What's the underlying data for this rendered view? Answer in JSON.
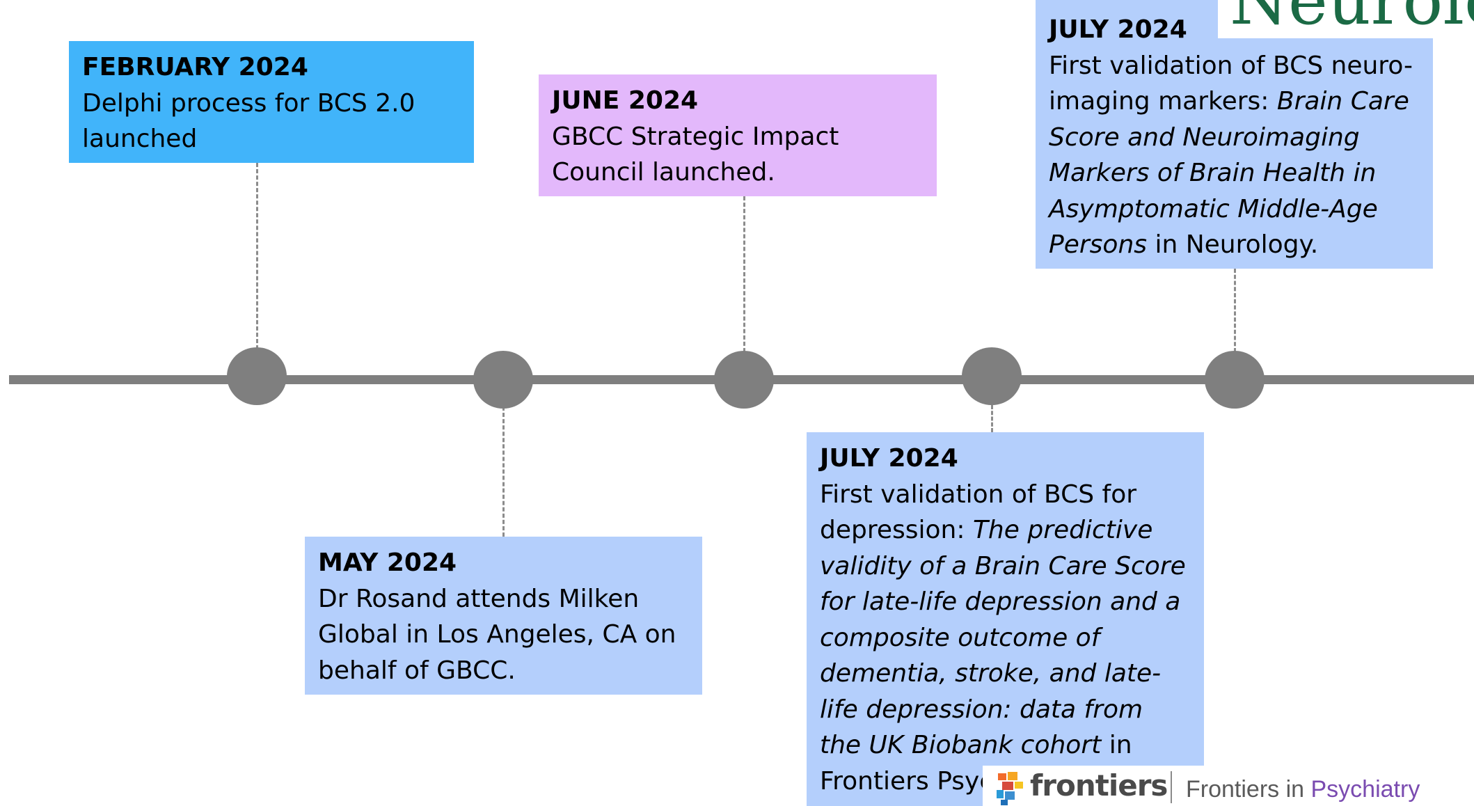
{
  "milestones": [
    {
      "date": "FEBRUARY 2024",
      "text": "Delphi process for BCS 2.0 launched"
    },
    {
      "date": "MAY 2024",
      "text": "Dr Rosand attends Milken Global in Los Angeles, CA on behalf of GBCC."
    },
    {
      "date": "JUNE 2024",
      "text": "GBCC Strategic Impact Council launched."
    },
    {
      "date": "JULY 2024",
      "text_lead": "First validation of BCS for depression: ",
      "title_italic": "The predictive validity of a Brain Care Score for late-life depression and a composite outcome of dementia, stroke, and late-life depression: data from the UK Biobank cohort",
      "text_tail": " in Frontiers Psychiatry."
    },
    {
      "date": "JULY 2024",
      "text_lead": "First validation of BCS neuro-imaging markers: ",
      "title_italic": "Brain Care Score and Neuroimaging Markers of Brain Health in Asymptomatic Middle-Age Persons",
      "text_tail": " in Neurology."
    }
  ],
  "logos": {
    "neurology": "Neurology",
    "frontiers": {
      "wordmark": "frontiers",
      "journal_prefix": "Frontiers in ",
      "journal_accent": "Psychiatry"
    }
  },
  "colors": {
    "timeline": "#7f7f7f",
    "card_feb": "#41b4fa",
    "card_default": "#b4cffc",
    "card_jun": "#e3b8fb",
    "neurology_green": "#1b6a45",
    "frontiers_purple": "#7a4bb0"
  }
}
